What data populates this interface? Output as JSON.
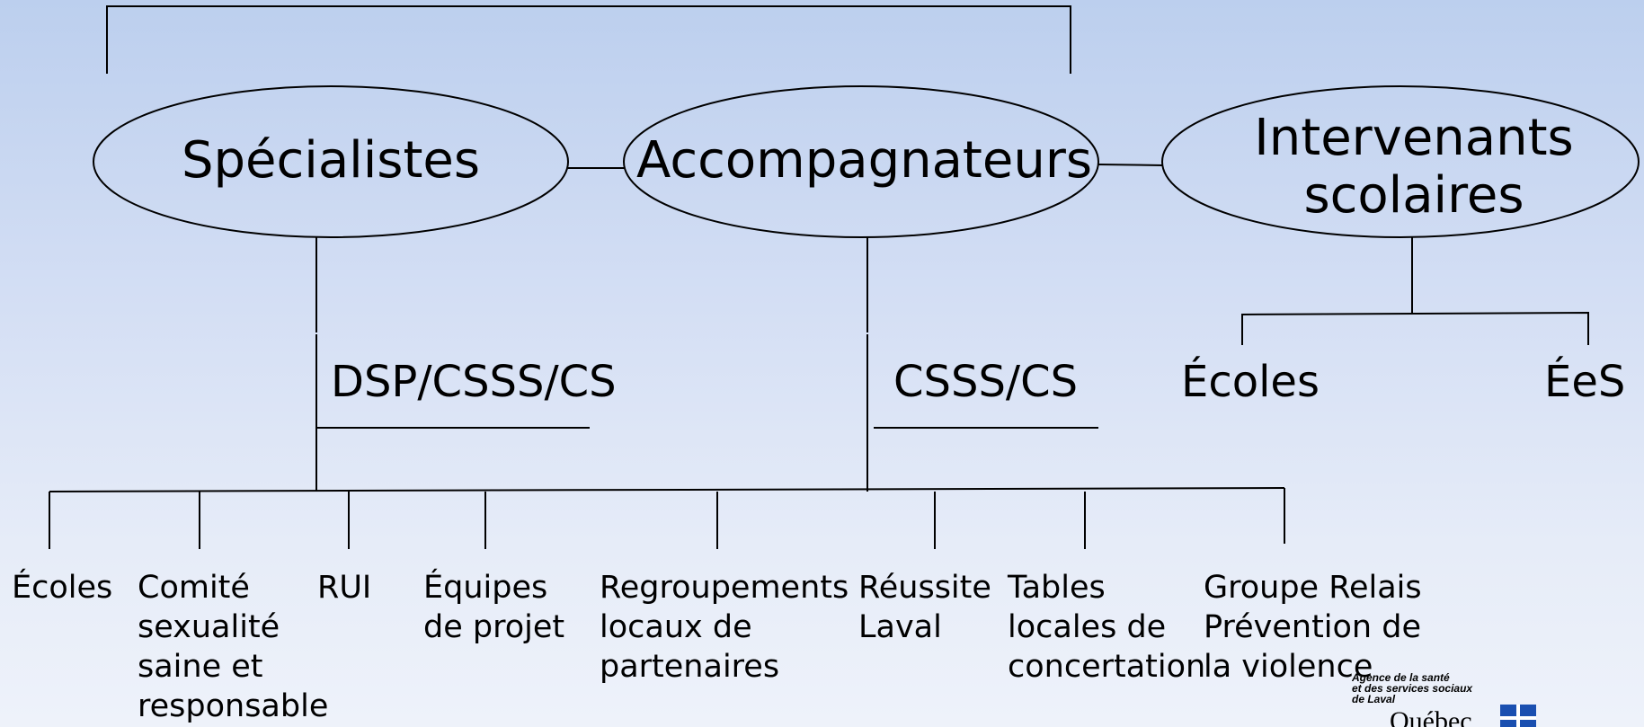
{
  "nodes": {
    "specialistes": "Spécialistes",
    "accompagnateurs": "Accompagnateurs",
    "intervenants": "Intervenants\nscolaires"
  },
  "mid_labels": {
    "dsp": "DSP/CSSS/CS",
    "csss": "CSSS/CS",
    "ecoles": "Écoles",
    "ees": "ÉeS"
  },
  "leaves": [
    "Écoles",
    "Comité\nsexualité\nsaine et\nresponsable",
    "RUI",
    "Équipes\nde projet",
    "Regroupements\nlocaux de\npartenaires",
    "Réussite\nLaval",
    "Tables\nlocales de\nconcertation",
    "Groupe Relais\nPrévention de\nla violence"
  ],
  "logo": {
    "agency": "Agence de la santé\net des services sociaux\nde Laval",
    "wordmark": "Québec"
  },
  "colors": {
    "line": "#000000",
    "background_top": "#bccfee",
    "background_bottom": "#eef2fa",
    "flag": "#1a4fb0"
  }
}
